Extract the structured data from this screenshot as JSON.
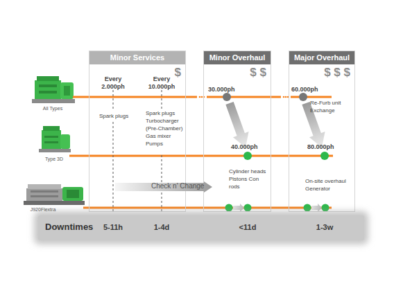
{
  "diagram": {
    "nodes": [
      {
        "text": [
          "Minor Services",
          "$"
        ]
      },
      {
        "text": [
          "Minor Overhaul",
          "$ $"
        ]
      },
      {
        "text": [
          "Major Overhaul",
          "$ $ $"
        ]
      },
      {
        "text": [
          "Check n' Change"
        ]
      },
      {
        "text": [
          "Downtimes",
          "5-11h",
          "1-4d",
          "<11d",
          "1-3w"
        ]
      }
    ],
    "labels": [
      "All Types",
      "Type 3D",
      "J920Flextra",
      "Every 2.000ph",
      "Every 10.000ph",
      "Spark plugs",
      "Spark plugs Turbocharger (Pre-Chamber) Gas mixer Pumps",
      "30.000ph",
      "60.000ph",
      "Re-Furb unit Exchange",
      "40.000ph",
      "80.000ph",
      "Cylinder heads Pistons Con rods",
      "On-site overhaul Generator"
    ]
  }
}
